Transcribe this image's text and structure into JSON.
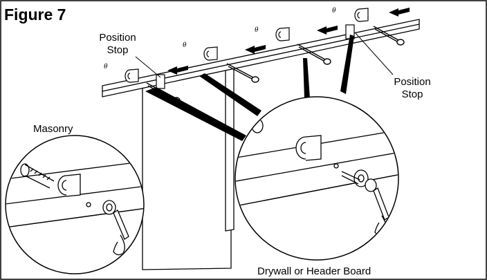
{
  "figure": {
    "title": "Figure 7"
  },
  "labels": {
    "position_stop_left_line1": "Position",
    "position_stop_left_line2": "Stop",
    "position_stop_right_line1": "Position",
    "position_stop_right_line2": "Stop",
    "masonry": "Masonry",
    "drywall": "Drywall or Header Board"
  },
  "colors": {
    "ink": "#000000",
    "paper": "#ffffff"
  }
}
